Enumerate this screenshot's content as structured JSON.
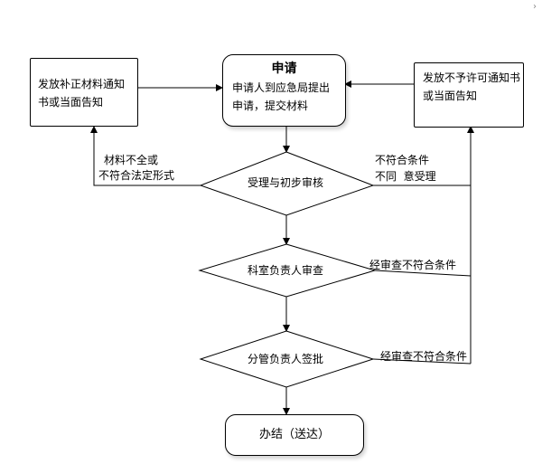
{
  "corner_mark": "›",
  "nodes": {
    "apply": {
      "title": "申请",
      "line1": "申请人到应急局提出",
      "line2": "申请，提交材料"
    },
    "left_box": {
      "line1": "发放补正材料通知",
      "line2": "书或当面告知"
    },
    "right_box": {
      "line1": "发放不予许可通知书",
      "line2": "或当面告知"
    },
    "accept": "受理与初步审核",
    "section": "科室负责人审查",
    "leader": "分管负责人签批",
    "done": "办结（送达）"
  },
  "edge_labels": {
    "incomplete_1": "材料不全或",
    "incomplete_2": "不符合法定形式",
    "reject_1": "不符合条件",
    "reject_2": "不同  意受理",
    "section_reject": "经审查不符合条件",
    "leader_reject": "经审查不符合条件"
  },
  "colors": {
    "line": "#000000",
    "background": "#ffffff"
  }
}
